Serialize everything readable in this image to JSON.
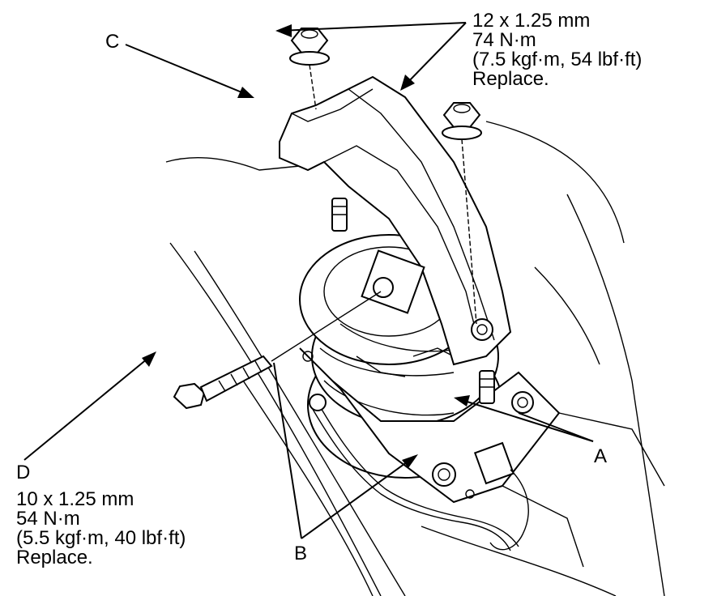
{
  "callouts": {
    "a": "A",
    "b": "B",
    "c": "C",
    "d": "D"
  },
  "spec_top": [
    "12 x 1.25 mm",
    "74 N·m",
    "(7.5 kgf·m, 54 lbf·ft)",
    "Replace."
  ],
  "spec_bottom": [
    "10 x 1.25 mm",
    "54 N·m",
    "(5.5 kgf·m, 40 lbf·ft)",
    "Replace."
  ]
}
